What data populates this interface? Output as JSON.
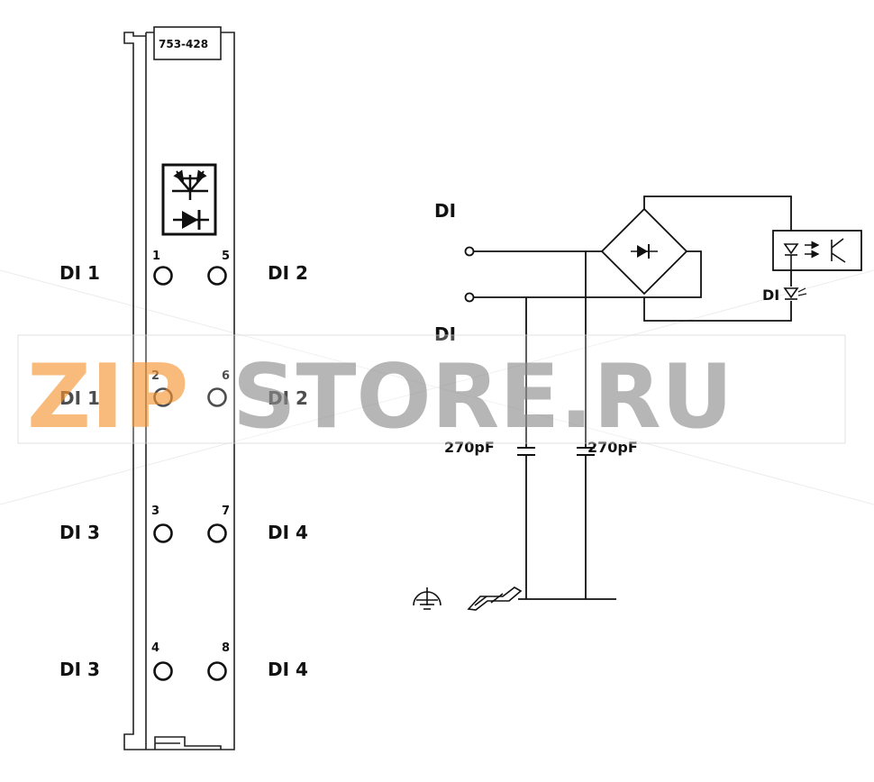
{
  "module": {
    "part_number": "753-428"
  },
  "terminal_labels": {
    "left_1": "DI 1",
    "left_2": "DI 1",
    "left_3": "DI 3",
    "left_4": "DI 3",
    "right_1": "DI 2",
    "right_2": "DI 2",
    "right_3": "DI 4",
    "right_4": "DI 4"
  },
  "terminal_numbers": [
    "1",
    "2",
    "3",
    "4",
    "5",
    "6",
    "7",
    "8"
  ],
  "schematic": {
    "input_top": "DI",
    "input_bottom": "DI",
    "led_label": "DI",
    "capacitor_left": "270pF",
    "capacitor_right": "270pF"
  },
  "watermark": {
    "part1": "ZIP",
    "part2": "STORE.RU",
    "accent_color": "#f7a24a",
    "gray_color": "#9a9a9a"
  },
  "icons": [
    "optocoupler-diode-icon",
    "diode-icon",
    "bridge-diode-icon",
    "led-icon",
    "phototransistor-icon",
    "ground-icon",
    "din-rail-icon"
  ]
}
